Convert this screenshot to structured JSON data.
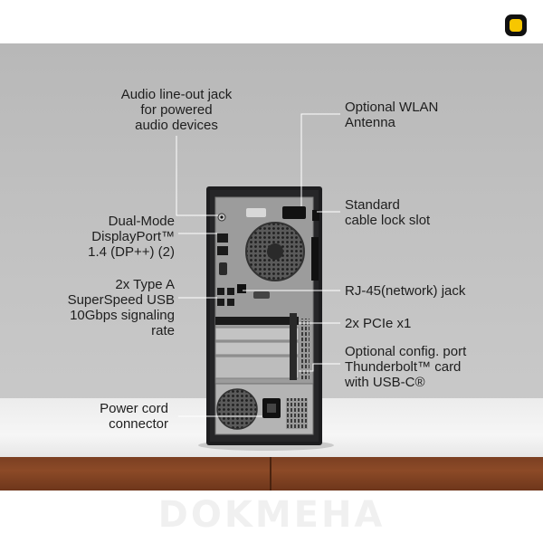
{
  "labels": {
    "audio": [
      "Audio line-out jack",
      "for powered",
      "audio devices"
    ],
    "wlan": [
      "Optional WLAN",
      "Antenna"
    ],
    "lock": [
      "Standard",
      "cable lock slot"
    ],
    "dp": [
      "Dual-Mode",
      "DisplayPort™",
      "1.4 (DP++) (2)"
    ],
    "usb": [
      "2x Type A",
      "SuperSpeed USB",
      "10Gbps signaling",
      "rate"
    ],
    "rj45": [
      "RJ-45(network) jack"
    ],
    "pcie": [
      "2x PCIe x1"
    ],
    "tb": [
      "Optional config. port",
      "Thunderbolt™ card",
      "with USB-C®"
    ],
    "power": [
      "Power cord",
      "connector"
    ]
  },
  "watermark": "DOKMEHA",
  "colors": {
    "logo_bg": "#111111",
    "logo_accent": "#f7c600",
    "wood": "#8c4a27",
    "case": "#1d1d1f"
  }
}
